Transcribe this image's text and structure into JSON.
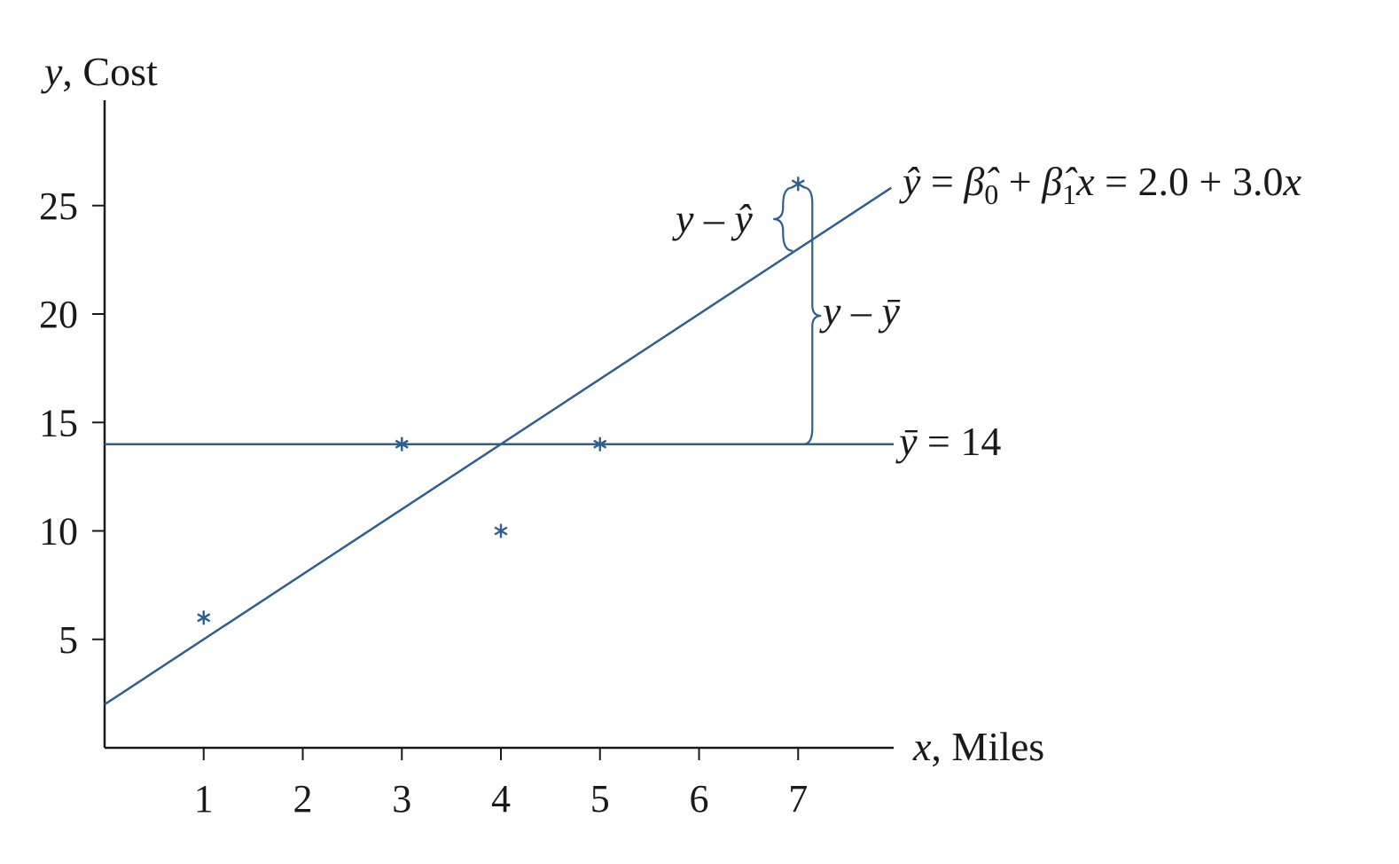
{
  "chart_data": {
    "type": "scatter",
    "title": "",
    "xlabel_var": "x",
    "xlabel_text": ", Miles",
    "ylabel_var": "y",
    "ylabel_text": ", Cost",
    "xlim": [
      0,
      8
    ],
    "ylim": [
      0,
      30
    ],
    "xticks": [
      1,
      2,
      3,
      4,
      5,
      6,
      7
    ],
    "yticks": [
      5,
      10,
      15,
      20,
      25
    ],
    "points": [
      {
        "x": 1,
        "y": 6
      },
      {
        "x": 3,
        "y": 14
      },
      {
        "x": 4,
        "y": 10
      },
      {
        "x": 5,
        "y": 14
      },
      {
        "x": 7,
        "y": 26
      }
    ],
    "regression_line": {
      "intercept": 2.0,
      "slope": 3.0,
      "label": "ŷ = β̂0 + β̂1x = 2.0 + 3.0x"
    },
    "mean_line": {
      "value": 14,
      "label": "ȳ = 14"
    },
    "annotations": [
      {
        "label": "y – ŷ",
        "x": 7,
        "from": 23,
        "to": 26
      },
      {
        "label": "y – ȳ",
        "x": 7,
        "from": 14,
        "to": 26
      }
    ],
    "grid": false,
    "legend": "none"
  }
}
